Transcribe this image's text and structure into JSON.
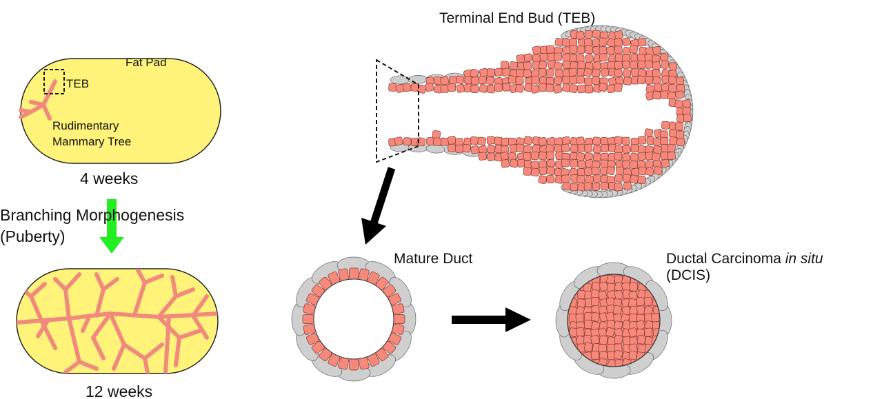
{
  "labels": {
    "fat_pad": "Fat Pad",
    "teb_short": "TEB",
    "rudimentary_line1": "Rudimentary",
    "rudimentary_line2": "Mammary Tree",
    "weeks_4": "4 weeks",
    "branching_line1": "Branching Morphogenesis",
    "branching_line2": "(Puberty)",
    "weeks_12": "12 weeks",
    "teb_title": "Terminal End Bud (TEB)",
    "mature_duct": "Mature Duct",
    "dcis_line1_prefix": "Ductal Carcinoma ",
    "dcis_line1_italic": "in situ",
    "dcis_line2": "(DCIS)"
  },
  "colors": {
    "fat_pad_fill": "#fff37a",
    "duct_pink": "#f08a7c",
    "cell_fill": "#f8887a",
    "cell_stroke": "#7a3a32",
    "myo_gray": "#cfcfcf",
    "arrow_green": "#22ee22",
    "arrow_black": "#000000"
  }
}
